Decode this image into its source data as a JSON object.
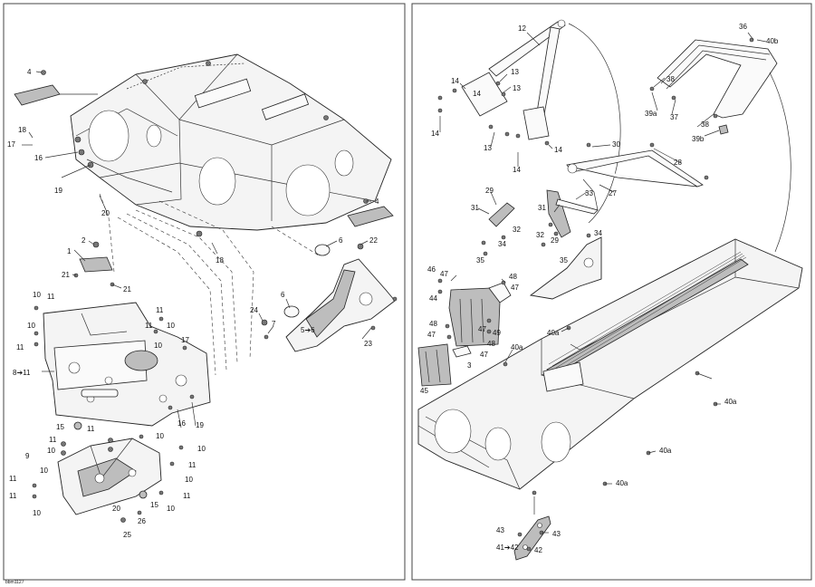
{
  "diagram_code": "bbm1127",
  "left_panel": {
    "callouts": [
      {
        "id": "l4a",
        "text": "4"
      },
      {
        "id": "l18a",
        "text": "18"
      },
      {
        "id": "l17",
        "text": "17"
      },
      {
        "id": "l16a",
        "text": "16"
      },
      {
        "id": "l19a",
        "text": "19"
      },
      {
        "id": "l20",
        "text": "20"
      },
      {
        "id": "l4b",
        "text": "4"
      },
      {
        "id": "l18b",
        "text": "18"
      },
      {
        "id": "l2",
        "text": "2"
      },
      {
        "id": "l1",
        "text": "1"
      },
      {
        "id": "l21a",
        "text": "21"
      },
      {
        "id": "l21b",
        "text": "21"
      },
      {
        "id": "l6a",
        "text": "6"
      },
      {
        "id": "l22",
        "text": "22"
      },
      {
        "id": "l6b",
        "text": "6"
      },
      {
        "id": "l24",
        "text": "24"
      },
      {
        "id": "l7",
        "text": "7"
      },
      {
        "id": "l56",
        "text": "5➔6"
      },
      {
        "id": "l23",
        "text": "23"
      },
      {
        "id": "l10a",
        "text": "10"
      },
      {
        "id": "l11a",
        "text": "11"
      },
      {
        "id": "l10b",
        "text": "10"
      },
      {
        "id": "l11b",
        "text": "11"
      },
      {
        "id": "l811",
        "text": "8➔11"
      },
      {
        "id": "l11c",
        "text": "11"
      },
      {
        "id": "l10c",
        "text": "10"
      },
      {
        "id": "l11d",
        "text": "11"
      },
      {
        "id": "l10d",
        "text": "10"
      },
      {
        "id": "l17b",
        "text": "17"
      },
      {
        "id": "l16b",
        "text": "16"
      },
      {
        "id": "l19b",
        "text": "19"
      },
      {
        "id": "l15a",
        "text": "15"
      },
      {
        "id": "l11e",
        "text": "11"
      },
      {
        "id": "l10e",
        "text": "10"
      },
      {
        "id": "l11f",
        "text": "11"
      },
      {
        "id": "l10f",
        "text": "10"
      },
      {
        "id": "l10g",
        "text": "10"
      },
      {
        "id": "l9",
        "text": "9"
      },
      {
        "id": "l10h",
        "text": "10"
      },
      {
        "id": "l11g",
        "text": "11"
      },
      {
        "id": "l11h",
        "text": "11"
      },
      {
        "id": "l10i",
        "text": "10"
      },
      {
        "id": "l11i",
        "text": "11"
      },
      {
        "id": "l10j",
        "text": "10"
      },
      {
        "id": "l15b",
        "text": "15"
      },
      {
        "id": "l11j",
        "text": "11"
      },
      {
        "id": "l10k",
        "text": "10"
      },
      {
        "id": "l20b",
        "text": "20"
      },
      {
        "id": "l26",
        "text": "26"
      },
      {
        "id": "l25",
        "text": "25"
      }
    ]
  },
  "right_panel": {
    "callouts": [
      {
        "id": "r12",
        "text": "12"
      },
      {
        "id": "r36",
        "text": "36"
      },
      {
        "id": "r40b",
        "text": "40b"
      },
      {
        "id": "r14a",
        "text": "14"
      },
      {
        "id": "r13a",
        "text": "13"
      },
      {
        "id": "r14b",
        "text": "14"
      },
      {
        "id": "r13b",
        "text": "13"
      },
      {
        "id": "r38a",
        "text": "38"
      },
      {
        "id": "r39a",
        "text": "39a"
      },
      {
        "id": "r37",
        "text": "37"
      },
      {
        "id": "r38b",
        "text": "38"
      },
      {
        "id": "r39b",
        "text": "39b"
      },
      {
        "id": "r14c",
        "text": "14"
      },
      {
        "id": "r13c",
        "text": "13"
      },
      {
        "id": "r14d",
        "text": "14"
      },
      {
        "id": "r14e",
        "text": "14"
      },
      {
        "id": "r30",
        "text": "30"
      },
      {
        "id": "r28",
        "text": "28"
      },
      {
        "id": "r29a",
        "text": "29"
      },
      {
        "id": "r27",
        "text": "27"
      },
      {
        "id": "r33",
        "text": "33"
      },
      {
        "id": "r31a",
        "text": "31"
      },
      {
        "id": "r31b",
        "text": "31"
      },
      {
        "id": "r32a",
        "text": "32"
      },
      {
        "id": "r34a",
        "text": "34"
      },
      {
        "id": "r32b",
        "text": "32"
      },
      {
        "id": "r29b",
        "text": "29"
      },
      {
        "id": "r34b",
        "text": "34"
      },
      {
        "id": "r35a",
        "text": "35"
      },
      {
        "id": "r35b",
        "text": "35"
      },
      {
        "id": "r46",
        "text": "46"
      },
      {
        "id": "r47a",
        "text": "47"
      },
      {
        "id": "r48a",
        "text": "48"
      },
      {
        "id": "r47b",
        "text": "47"
      },
      {
        "id": "r44",
        "text": "44"
      },
      {
        "id": "r48b",
        "text": "48"
      },
      {
        "id": "r47c",
        "text": "47"
      },
      {
        "id": "r49",
        "text": "49"
      },
      {
        "id": "r47d",
        "text": "47"
      },
      {
        "id": "r48c",
        "text": "48"
      },
      {
        "id": "r47e",
        "text": "47"
      },
      {
        "id": "r3",
        "text": "3"
      },
      {
        "id": "r45",
        "text": "45"
      },
      {
        "id": "r40a1",
        "text": "40a"
      },
      {
        "id": "r40a2",
        "text": "40a"
      },
      {
        "id": "r40a3",
        "text": "40a"
      },
      {
        "id": "r40a4",
        "text": "40a"
      },
      {
        "id": "r40a5",
        "text": "40a"
      },
      {
        "id": "r43a",
        "text": "43"
      },
      {
        "id": "r43b",
        "text": "43"
      },
      {
        "id": "r4142",
        "text": "41➔42"
      },
      {
        "id": "r42",
        "text": "42"
      }
    ]
  }
}
